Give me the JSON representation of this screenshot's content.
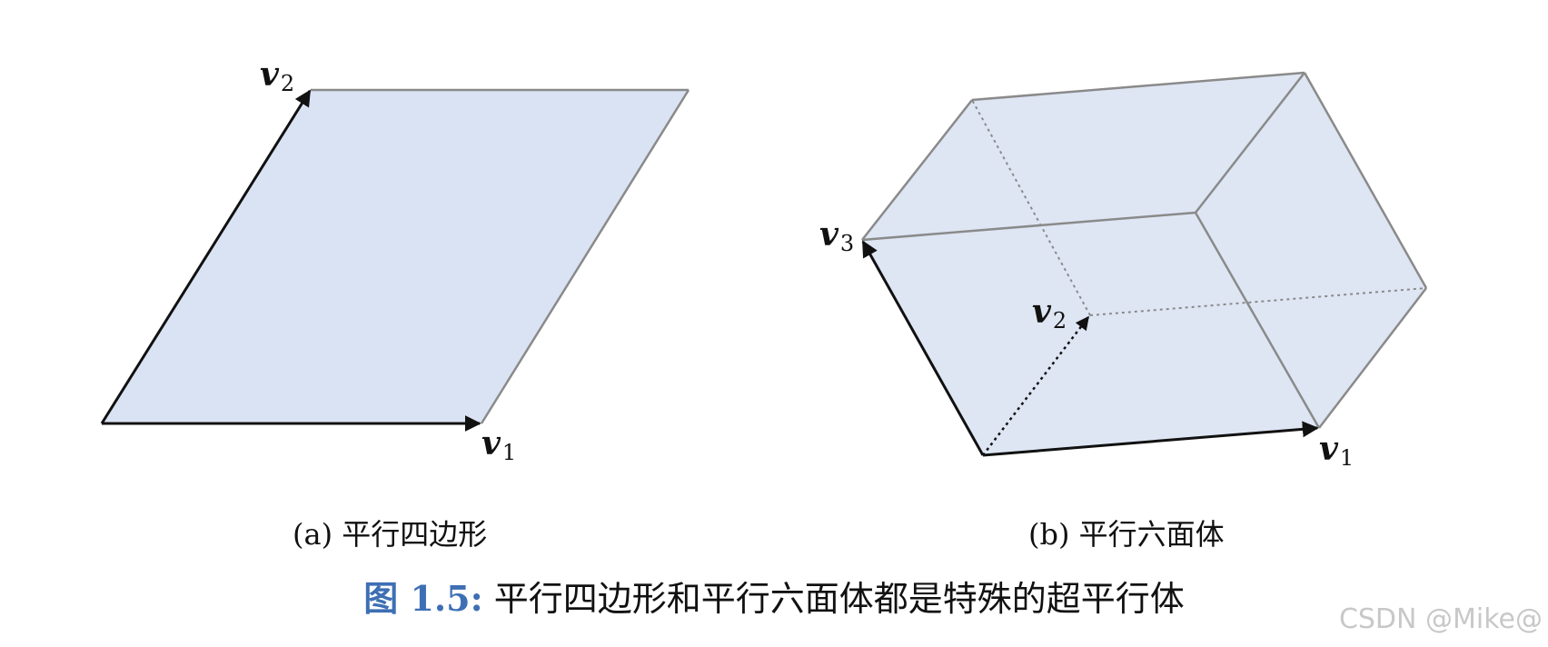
{
  "colors": {
    "face_fill": "#dae3f3",
    "edge": "#8a8a8a",
    "vector": "#111111",
    "caption_accent": "#3e6fb4",
    "watermark": "#c8c8c8"
  },
  "panel_a": {
    "vectors": [
      {
        "base": "v",
        "sub": "1"
      },
      {
        "base": "v",
        "sub": "2"
      }
    ],
    "subcaption": "(a) 平行四边形"
  },
  "panel_b": {
    "vectors": [
      {
        "base": "v",
        "sub": "1"
      },
      {
        "base": "v",
        "sub": "2"
      },
      {
        "base": "v",
        "sub": "3"
      }
    ],
    "subcaption": "(b) 平行六面体"
  },
  "caption": {
    "number": "图 1.5:",
    "text": " 平行四边形和平行六面体都是特殊的超平行体"
  },
  "watermark": "CSDN @Mike@"
}
